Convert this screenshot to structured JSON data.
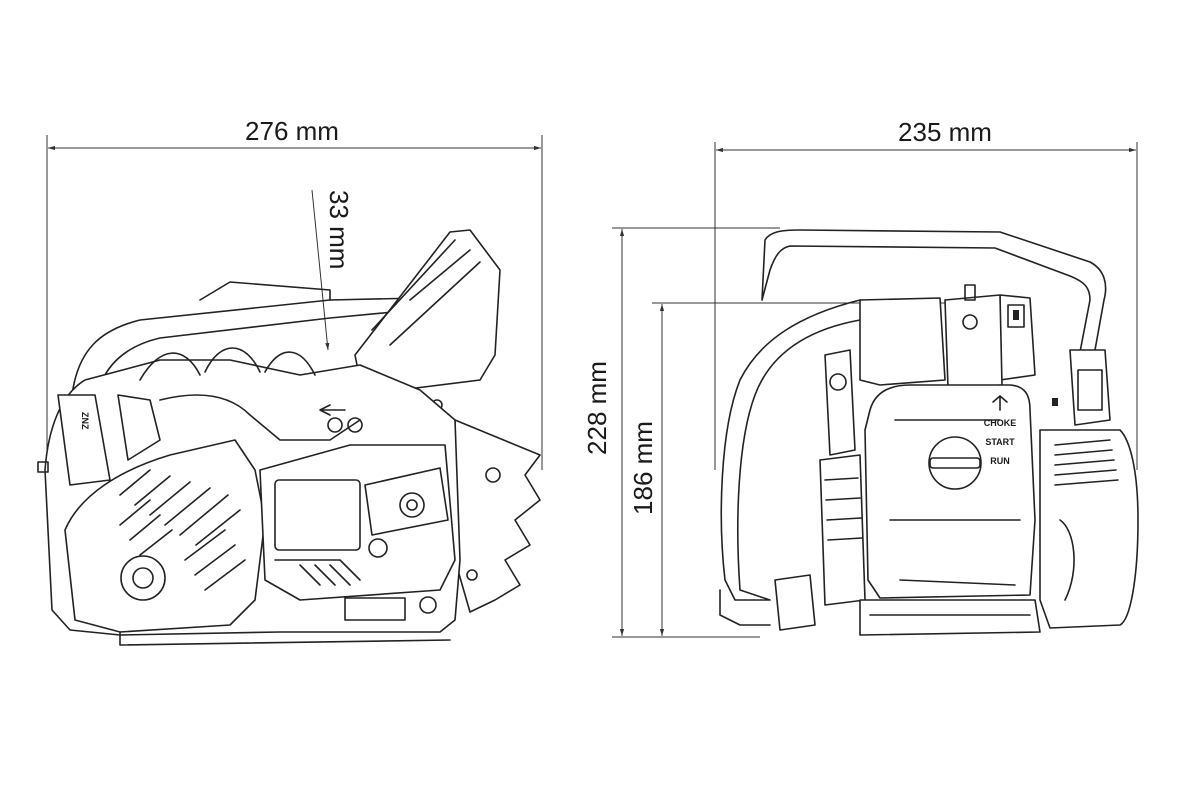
{
  "dimensions": {
    "side_width": "276 mm",
    "side_offset": "33 mm",
    "rear_width": "235 mm",
    "rear_height_total": "228 mm",
    "rear_height_body": "186 mm"
  },
  "rear_labels": {
    "choke": "CHOKE",
    "start": "START",
    "run": "RUN"
  },
  "side_labels": {
    "brand_mark": "ZNZ"
  }
}
